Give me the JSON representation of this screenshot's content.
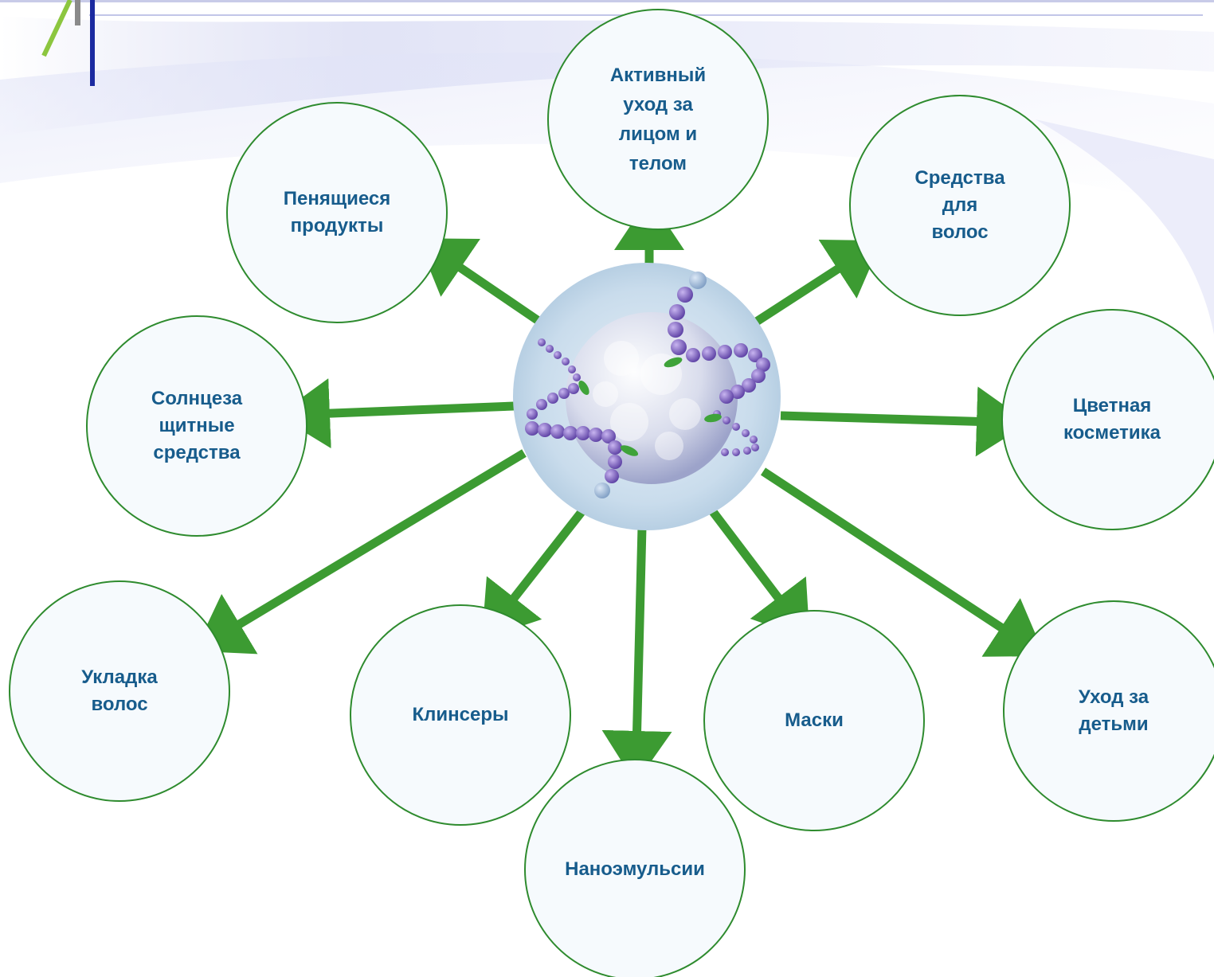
{
  "colors": {
    "arrow": "#3c9b32",
    "node_border": "#2e8b2e",
    "node_fill": "#f6fafd",
    "label": "#175c8c",
    "slide_bar_blue": "#1b2aa0",
    "slide_bar_green": "#8cc63f",
    "slide_bar_gray": "#8a8a8a"
  },
  "nodes": [
    {
      "id": "active",
      "label": "Активный\nуход за\nлицом и\nтелом"
    },
    {
      "id": "hair-products",
      "label": "Средства\nдля\nволос"
    },
    {
      "id": "color-cosmetics",
      "label": "Цветная\nкосметика"
    },
    {
      "id": "child-care",
      "label": "Уход за\nдетьми"
    },
    {
      "id": "masks",
      "label": "Маски"
    },
    {
      "id": "nanoemulsions",
      "label": "Наноэмульсии"
    },
    {
      "id": "cleansers",
      "label": "Клинсеры"
    },
    {
      "id": "hair-styling",
      "label": "Укладка\nволос"
    },
    {
      "id": "sunscreens",
      "label": "Солнцеза\nщитные\nсредства"
    },
    {
      "id": "foaming",
      "label": "Пенящиеся\nпродукты"
    }
  ],
  "center": {
    "image": "nanoemulsion-droplet-illustration"
  }
}
